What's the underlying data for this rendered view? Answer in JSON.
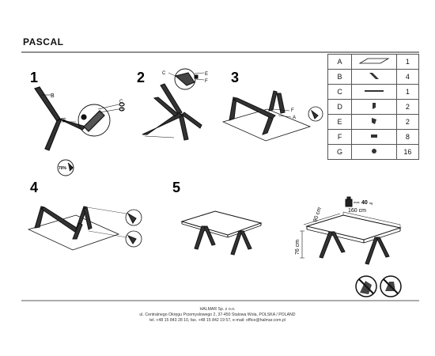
{
  "product_title": "PASCAL",
  "steps": [
    "1",
    "2",
    "3",
    "4",
    "5"
  ],
  "callouts": {
    "s1_b": "B",
    "s1_e": "E",
    "s1_c": "C",
    "s1_g": "G",
    "s1_torque": "70%",
    "s2_c": "C",
    "s2_e": "E",
    "s2_f": "F",
    "s3_f": "F",
    "s3_a": "A"
  },
  "parts": [
    {
      "label": "A",
      "qty": "1",
      "icon": "glass-top-icon"
    },
    {
      "label": "B",
      "qty": "4",
      "icon": "leg-icon"
    },
    {
      "label": "C",
      "qty": "1",
      "icon": "rod-icon"
    },
    {
      "label": "D",
      "qty": "2",
      "icon": "allen-key-icon"
    },
    {
      "label": "E",
      "qty": "2",
      "icon": "wrench-icon"
    },
    {
      "label": "F",
      "qty": "8",
      "icon": "bolt-icon"
    },
    {
      "label": "G",
      "qty": "16",
      "icon": "pad-icon"
    }
  ],
  "specs": {
    "load_label": "max.",
    "load_value": "40",
    "load_unit": "kg",
    "length": "160 cm",
    "depth": "90 cm",
    "height": "76 cm"
  },
  "footer": {
    "company": "HALMAR Sp. z o.o.",
    "address": "ul. Centralnego Okręgu Przemysłowego 2, 37-450 Stalowa Wola, POLSKA / POLAND",
    "contact": "tel. +48 15 843 28 10, fax. +48 15 842 19 57, e-mail: office@halmar.com.pl"
  }
}
